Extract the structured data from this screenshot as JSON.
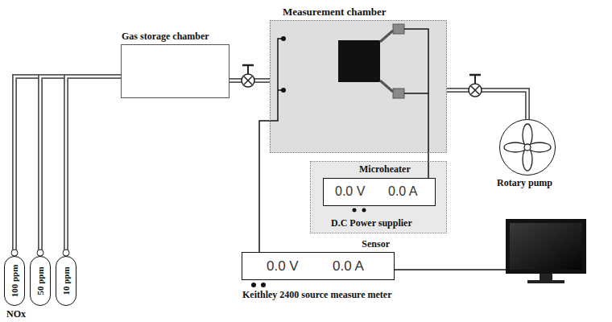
{
  "diagram": {
    "nodes": [
      {
        "text": [
          "Gas storage chamber"
        ]
      },
      {
        "text": [
          "Measurement chamber"
        ]
      },
      {
        "text": [
          "Microheater",
          "D.C Power supplier"
        ]
      },
      {
        "text": [
          "0.0 V",
          "0.0 A"
        ],
        "in": 2
      },
      {
        "text": [
          "Sensor",
          "0.0 V",
          "0.0 A",
          "Keithley 2400 source measure meter"
        ]
      },
      {
        "text": [
          "Rotary pump"
        ]
      },
      {
        "text": [
          "100 ppm"
        ]
      },
      {
        "text": [
          "50 ppm"
        ]
      },
      {
        "text": [
          "10 ppm"
        ]
      }
    ],
    "edges": [
      {
        "from": 6,
        "to": 0,
        "arrow": "none"
      },
      {
        "from": 7,
        "to": 0,
        "arrow": "none"
      },
      {
        "from": 8,
        "to": 0,
        "arrow": "none"
      },
      {
        "from": 0,
        "to": 1,
        "arrow": "none"
      },
      {
        "from": 1,
        "to": 5,
        "arrow": "none"
      },
      {
        "from": 3,
        "to": 1,
        "arrow": "none"
      },
      {
        "from": 4,
        "to": 1,
        "arrow": "none"
      }
    ],
    "labels": [
      "NOx"
    ]
  }
}
